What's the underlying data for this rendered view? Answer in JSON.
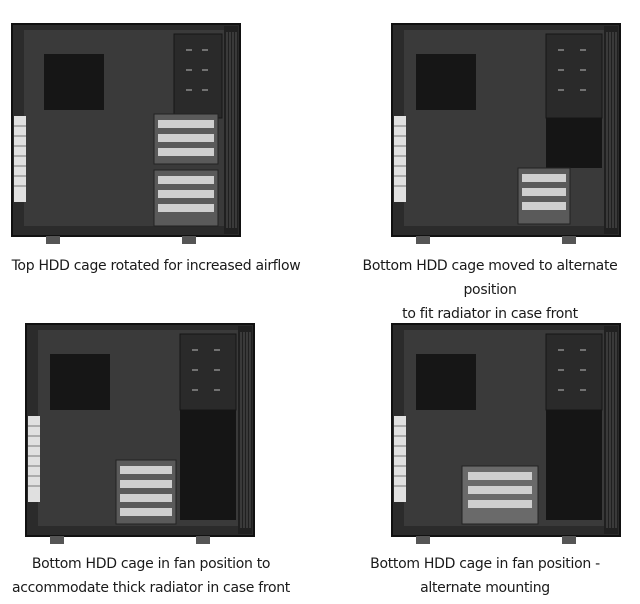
{
  "figures": [
    {
      "id": "top-left",
      "caption": [
        "Top HDD cage rotated for increased airflow"
      ],
      "hdd_cages": [
        "top-rotated",
        "bottom-standard"
      ],
      "radiator_space_front": false
    },
    {
      "id": "top-right",
      "caption": [
        "Bottom HDD cage moved to alternate position",
        "to fit radiator in case front"
      ],
      "hdd_cages": [
        "top-standard",
        "bottom-alternate"
      ],
      "radiator_space_front": true
    },
    {
      "id": "bottom-left",
      "caption": [
        "Bottom HDD cage in fan position to",
        "accommodate thick radiator in case front"
      ],
      "hdd_cages": [
        "top-standard",
        "fan-position"
      ],
      "radiator_space_front": true
    },
    {
      "id": "bottom-right",
      "caption": [
        "Bottom HDD cage in fan position -",
        "alternate mounting"
      ],
      "hdd_cages": [
        "top-standard",
        "fan-position-alternate"
      ],
      "radiator_space_front": true
    }
  ],
  "colors": {
    "case_body": "#2b2b2b",
    "case_edge": "#111111",
    "panel": "#3a3a3a",
    "hdd_tray": "#cfcfcf",
    "background": "#ffffff"
  }
}
